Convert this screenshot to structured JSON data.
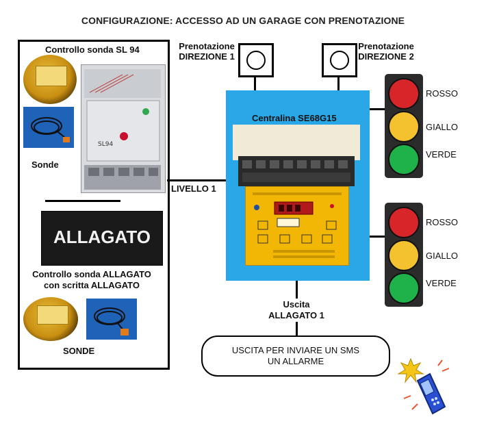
{
  "title": "CONFIGURAZIONE: ACCESSO AD UN GARAGE CON PRENOTAZIONE",
  "left_box": {
    "sl94_title": "Controllo sonda SL 94",
    "sonde_label": "Sonde",
    "allagato_sign": "ALLAGATO",
    "allagato_title_line1": "Controllo sonda ALLAGATO",
    "allagato_title_line2": "con scritta ALLAGATO",
    "sonde_label_2": "SONDE"
  },
  "prenotazione_1": {
    "line1": "Prenotazione",
    "line2": "DIREZIONE 1"
  },
  "prenotazione_2": {
    "line1": "Prenotazione",
    "line2": "DIREZIONE 2"
  },
  "centralina": {
    "label": "Centralina SE68G15"
  },
  "livello_label": "LIVELLO 1",
  "uscita": {
    "line1": "Uscita",
    "line2": "ALLAGATO 1"
  },
  "sms_box": {
    "line1": "USCITA PER INVIARE UN SMS",
    "line2": "UN ALLARME"
  },
  "traffic_light_1": {
    "red": "ROSSO",
    "yellow": "GIALLO",
    "green": "VERDE"
  },
  "traffic_light_2": {
    "red": "ROSSO",
    "yellow": "GIALLO",
    "green": "VERDE"
  },
  "colors": {
    "centralina_bg": "#29a7e6",
    "unit_yellow": "#f2b705",
    "lamp_red": "#d8252a",
    "lamp_yellow": "#f3c22e",
    "lamp_green": "#1fb24a"
  }
}
